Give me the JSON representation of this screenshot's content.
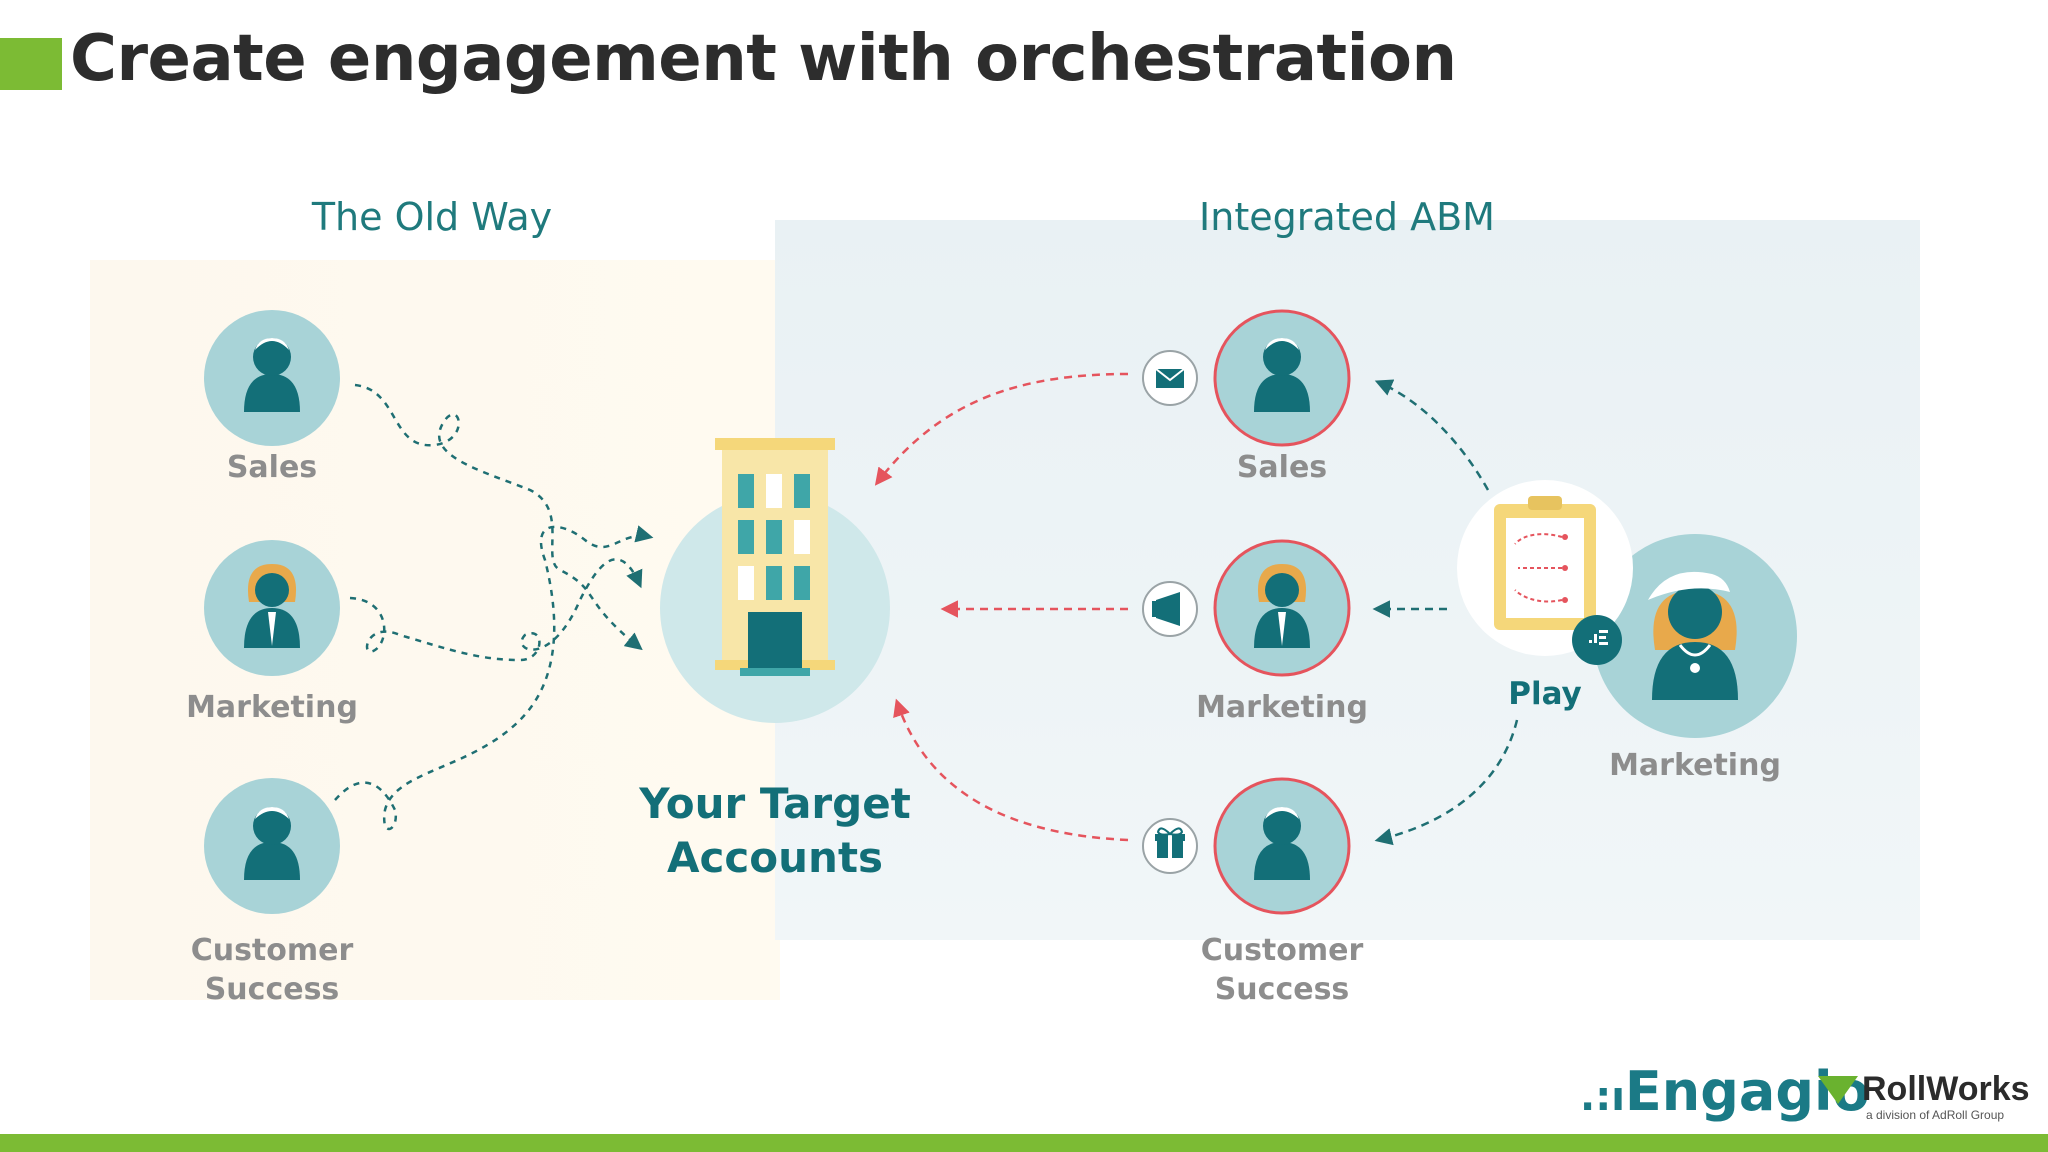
{
  "title": "Create engagement with orchestration",
  "colors": {
    "brand_green": "#7cbb34",
    "teal_dark": "#136f78",
    "avatar_bg": "#a8d3d7",
    "red_accent": "#e5545d",
    "label_gray": "#8d8d8d"
  },
  "old_way": {
    "heading": "The Old Way",
    "roles": [
      {
        "label_lines": [
          "Sales"
        ],
        "icon": "person-male-icon"
      },
      {
        "label_lines": [
          "Marketing"
        ],
        "icon": "person-female-icon"
      },
      {
        "label_lines": [
          "Customer",
          "Success"
        ],
        "icon": "person-male-icon"
      }
    ]
  },
  "center": {
    "label_lines": [
      "Your Target",
      "Accounts"
    ],
    "icon": "building-icon"
  },
  "integrated": {
    "heading": "Integrated ABM",
    "roles": [
      {
        "label_lines": [
          "Sales"
        ],
        "channel_icon": "envelope-icon"
      },
      {
        "label_lines": [
          "Marketing"
        ],
        "channel_icon": "megaphone-icon"
      },
      {
        "label_lines": [
          "Customer",
          "Success"
        ],
        "channel_icon": "gift-icon"
      }
    ],
    "play_label": "Play",
    "orchestrator_label": "Marketing"
  },
  "logos": {
    "engagio": "Engagio",
    "rollworks": "RollWorks",
    "rollworks_sub": "a division of AdRoll Group"
  }
}
